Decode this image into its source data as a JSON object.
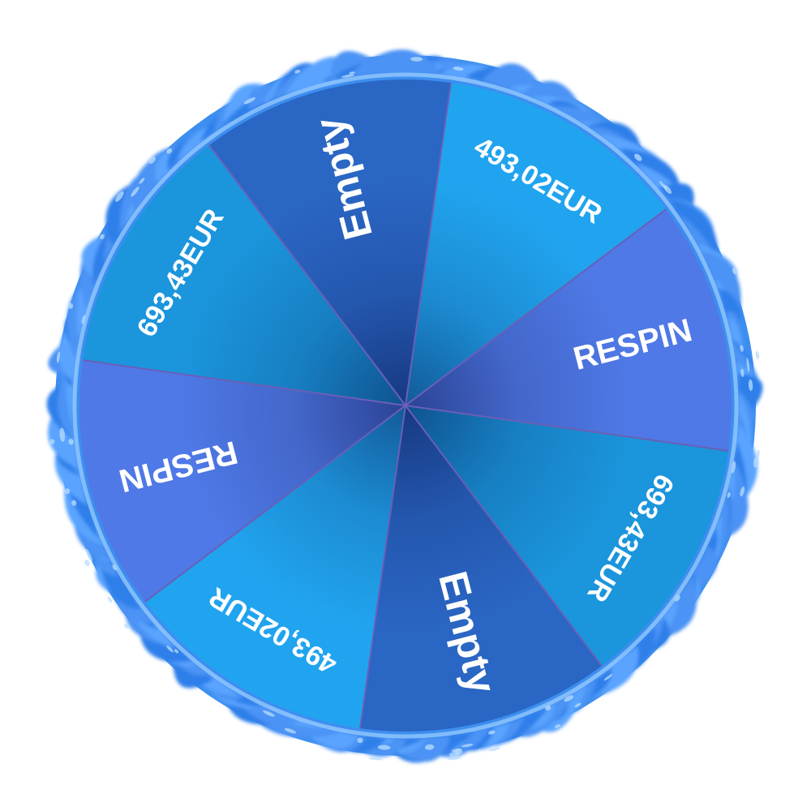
{
  "wheel": {
    "segments": [
      {
        "label": "693,43EUR",
        "color": "#1b95dc",
        "style": "amount"
      },
      {
        "label": "Empty",
        "color": "#2a66c4",
        "style": "word"
      },
      {
        "label": "493,02EUR",
        "color": "#21a4ef",
        "style": "amount"
      },
      {
        "label": "RESPIN",
        "color": "#4f79e6",
        "style": "word"
      },
      {
        "label": "693,43EUR",
        "color": "#1b95dc",
        "style": "amount"
      },
      {
        "label": "Empty",
        "color": "#2a66c4",
        "style": "word"
      },
      {
        "label": "493,02EUR",
        "color": "#21a4ef",
        "style": "amount"
      },
      {
        "label": "RESPIN",
        "color": "#4f79e6",
        "style": "word"
      }
    ],
    "flame_color": "#3d8ef0",
    "flame_highlight": "#b8dcff",
    "divider_color": "#6a5fb8"
  }
}
